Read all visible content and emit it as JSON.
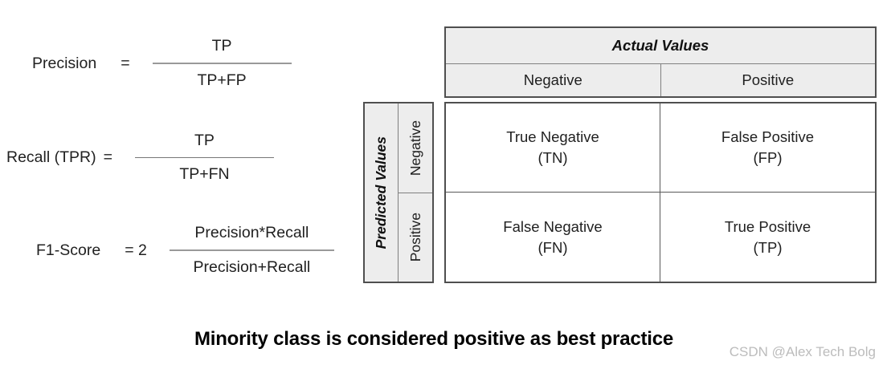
{
  "formulas": [
    {
      "label": "Precision",
      "eq": "=",
      "numerator": "TP",
      "denominator": "TP+FP"
    },
    {
      "label": "Recall (TPR)",
      "eq": "=",
      "numerator": "TP",
      "denominator": "TP+FN"
    },
    {
      "label": "F1-Score",
      "eq": "= 2",
      "numerator": "Precision*Recall",
      "denominator": "Precision+Recall"
    }
  ],
  "matrix": {
    "actual_header": "Actual Values",
    "predicted_header": "Predicted Values",
    "col_labels": [
      "Negative",
      "Positive"
    ],
    "row_labels": [
      "Negative",
      "Positive"
    ],
    "cells": {
      "tn": {
        "line1": "True Negative",
        "line2": "(TN)"
      },
      "fp": {
        "line1": "False Positive",
        "line2": "(FP)"
      },
      "fn": {
        "line1": "False Negative",
        "line2": "(FN)"
      },
      "tp": {
        "line1": "True Positive",
        "line2": "(TP)"
      }
    }
  },
  "caption": "Minority class is considered positive as best practice",
  "watermark": "CSDN @Alex Tech Bolg",
  "colors": {
    "background": "#ffffff",
    "header_fill": "#ededed",
    "border_outer": "#4f4f4f",
    "border_inner_header": "#808080",
    "border_inner_matrix": "#595959",
    "fraction_line": "#999999",
    "text": "#212121",
    "caption_text": "#000000",
    "watermark_text": "#bcbcbc"
  }
}
